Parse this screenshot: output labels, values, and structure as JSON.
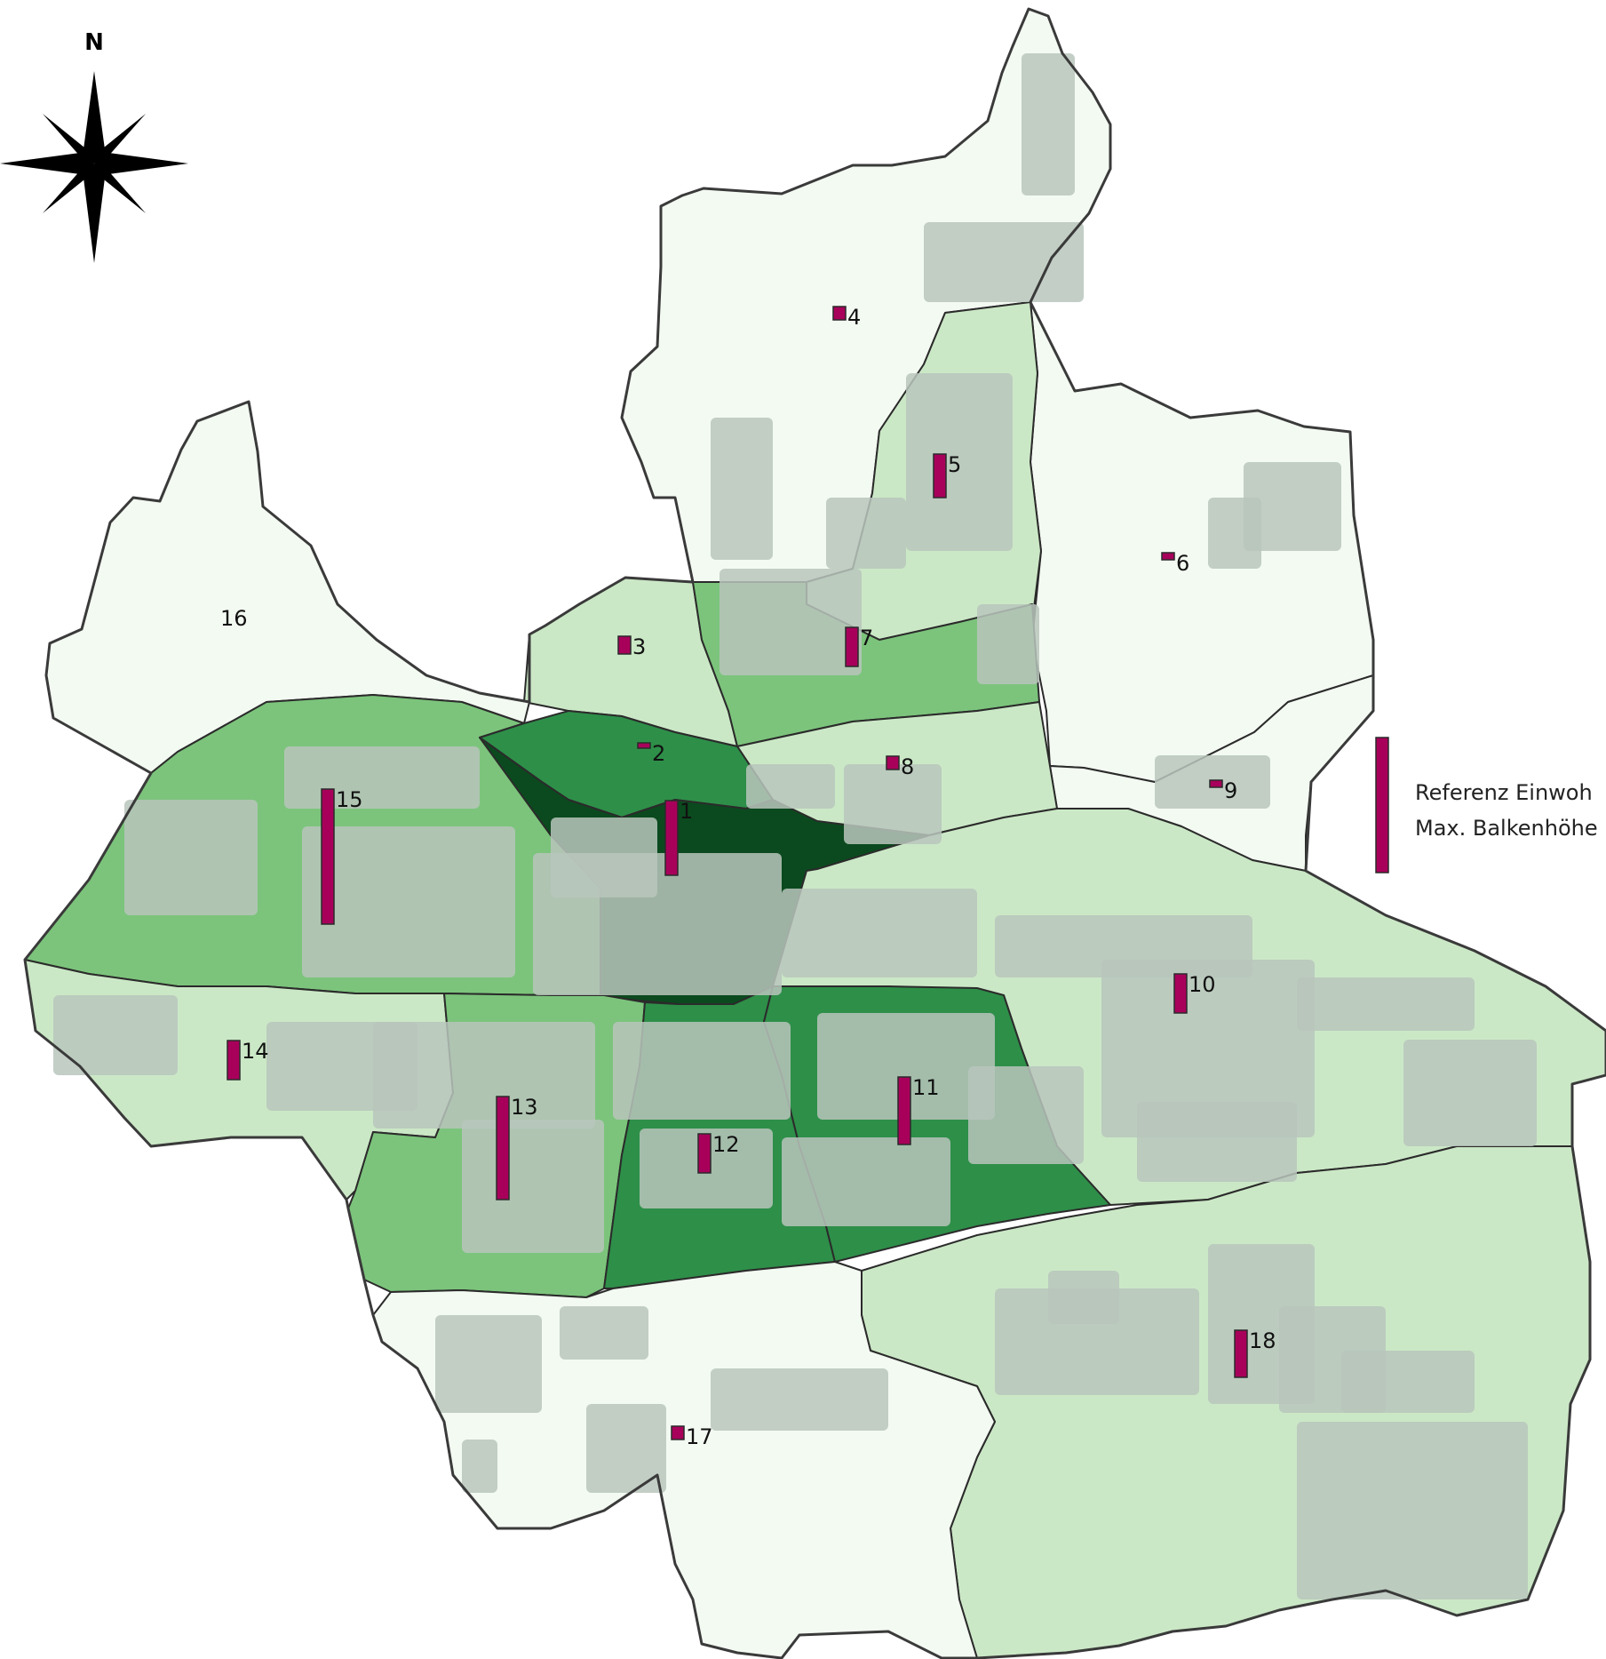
{
  "north_label": "N",
  "colors": {
    "class0": "#f3faf2",
    "class1": "#cbe8c6",
    "class2": "#7cc47c",
    "class3": "#2e8f49",
    "class4": "#0b4a1e",
    "built": "#b9c5bc",
    "bar": "#a8005a"
  },
  "legend": {
    "line1": "Referenz Einwoh",
    "line2": "Max. Balkenhöhe",
    "reference_height": 1.0
  },
  "districts": [
    {
      "id": "d1",
      "label": "1",
      "class": 4,
      "value": 0.55
    },
    {
      "id": "d2",
      "label": "2",
      "class": 3,
      "value": 0.03
    },
    {
      "id": "d3",
      "label": "3",
      "class": 1,
      "value": 0.13
    },
    {
      "id": "d4",
      "label": "4",
      "class": 0,
      "value": 0.1
    },
    {
      "id": "d5",
      "label": "5",
      "class": 1,
      "value": 0.32
    },
    {
      "id": "d6",
      "label": "6",
      "class": 0,
      "value": 0.05
    },
    {
      "id": "d7",
      "label": "7",
      "class": 2,
      "value": 0.29
    },
    {
      "id": "d8",
      "label": "8",
      "class": 1,
      "value": 0.1
    },
    {
      "id": "d9",
      "label": "9",
      "class": 0,
      "value": 0.05
    },
    {
      "id": "d10",
      "label": "10",
      "class": 1,
      "value": 0.29
    },
    {
      "id": "d11",
      "label": "11",
      "class": 3,
      "value": 0.5
    },
    {
      "id": "d12",
      "label": "12",
      "class": 3,
      "value": 0.29
    },
    {
      "id": "d13",
      "label": "13",
      "class": 2,
      "value": 0.76
    },
    {
      "id": "d14",
      "label": "14",
      "class": 1,
      "value": 0.29
    },
    {
      "id": "d15",
      "label": "15",
      "class": 2,
      "value": 1.0
    },
    {
      "id": "d16",
      "label": "16",
      "class": 0,
      "value": 0.0
    },
    {
      "id": "d17",
      "label": "17",
      "class": 0,
      "value": 0.1
    },
    {
      "id": "d18",
      "label": "18",
      "class": 1,
      "value": 0.35
    }
  ]
}
